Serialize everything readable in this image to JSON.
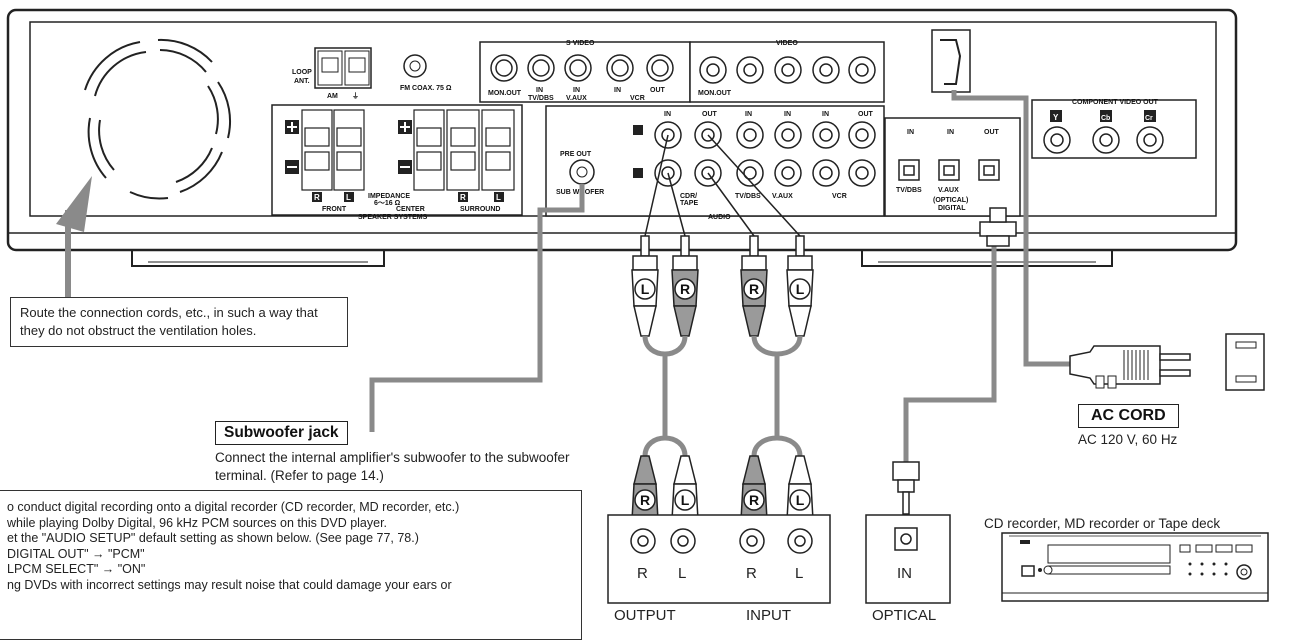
{
  "receiver": {
    "loop_ant": "LOOP\nANT.",
    "am": "AM",
    "fm": "FM COAX. 75 Ω",
    "svideo_title": "S VIDEO",
    "video_title": "VIDEO",
    "mon_out": "MON.OUT",
    "in": "IN",
    "out": "OUT",
    "tv_dbs": "TV/DBS",
    "v_aux": "V.AUX",
    "vcr": "VCR",
    "pre_out": "PRE OUT",
    "sub_woofer": "SUB WOOFER",
    "cdr_tape": "CDR/\nTAPE",
    "audio": "AUDIO",
    "impedance": "IMPEDANCE\n6～16 Ω",
    "front": "FRONT",
    "center": "CENTER",
    "surround": "SURROUND",
    "speaker_systems": "SPEAKER SYSTEMS",
    "component_video_out": "COMPONENT VIDEO OUT",
    "y": "Y",
    "cb": "Cb",
    "cr": "Cr",
    "optical_digital": "(OPTICAL)\nDIGITAL",
    "r": "R",
    "l": "L"
  },
  "callouts": {
    "ventilation": "Route the connection cords, etc., in such a way that they do not obstruct the ventilation holes.",
    "subwoofer_title": "Subwoofer jack",
    "subwoofer_desc": "Connect the internal amplifier's subwoofer to the subwoofer terminal. (Refer to page 14.)",
    "ac_cord_title": "AC CORD",
    "ac_cord_desc": "AC 120 V, 60 Hz",
    "recorder_label": "CD recorder, MD recorder or Tape deck"
  },
  "note_lines": [
    "o conduct digital recording onto a digital recorder (CD recorder, MD recorder, etc.)",
    "while playing Dolby Digital, 96 kHz PCM sources on this DVD player.",
    "et the \"AUDIO SETUP\" default setting as shown below. (See page 77, 78.)",
    "DIGITAL OUT\" → \"PCM\"",
    "LPCM SELECT\" → \"ON\"",
    "ng DVDs with incorrect settings may result noise that could damage your ears or"
  ],
  "recorder_jacks": {
    "r": "R",
    "l": "L",
    "in": "IN",
    "output": "OUTPUT",
    "input": "INPUT",
    "optical": "OPTICAL"
  },
  "plug_letters": [
    "L",
    "R",
    "R",
    "L"
  ]
}
